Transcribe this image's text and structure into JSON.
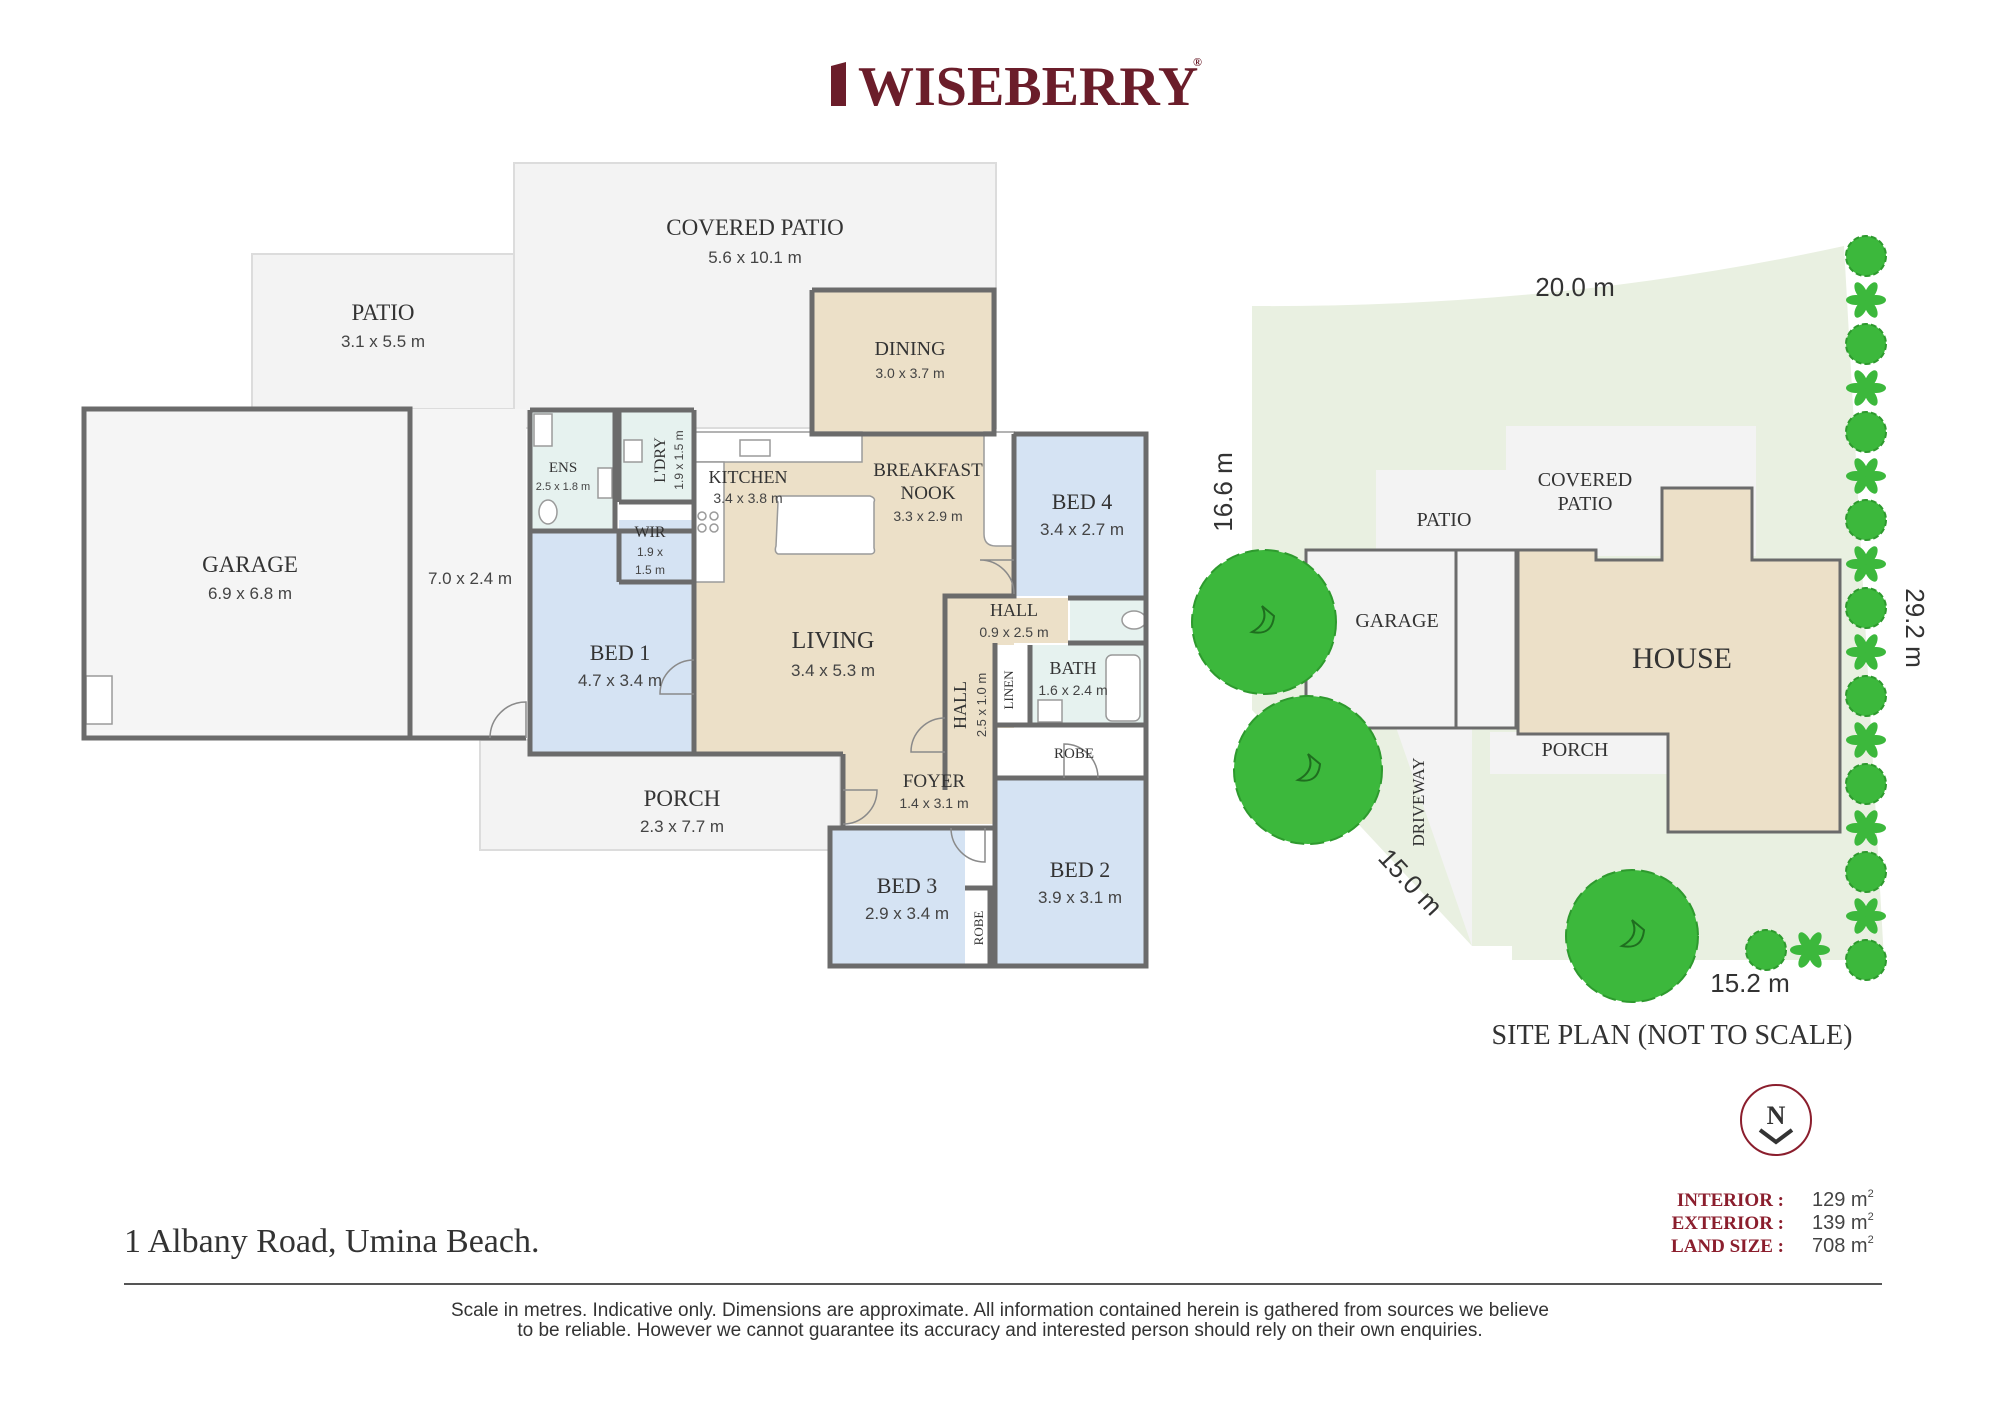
{
  "brand": {
    "name": "WISEBERRY",
    "reg": "®",
    "color": "#6b1d2a"
  },
  "floorplan": {
    "covered_patio": {
      "name": "COVERED PATIO",
      "dims": "5.6 x 10.1 m"
    },
    "patio": {
      "name": "PATIO",
      "dims": "3.1 x 5.5 m"
    },
    "garage": {
      "name": "GARAGE",
      "dims": "6.9 x 6.8 m"
    },
    "carport": {
      "dims": "7.0 x 2.4 m"
    },
    "dining": {
      "name": "DINING",
      "dims": "3.0 x 3.7 m"
    },
    "kitchen": {
      "name": "KITCHEN",
      "dims": "3.4 x 3.8 m"
    },
    "breakfast_nook": {
      "name": "BREAKFAST NOOK",
      "line1": "BREAKFAST",
      "line2": "NOOK",
      "dims": "3.3 x 2.9 m"
    },
    "ens": {
      "name": "ENS",
      "dims": "2.5 x 1.8 m"
    },
    "ldry": {
      "name": "L'DRY",
      "dims": "1.9 x 1.5 m"
    },
    "wir": {
      "name": "WIR",
      "dims_l1": "1.9 x",
      "dims_l2": "1.5 m"
    },
    "bed1": {
      "name": "BED 1",
      "dims": "4.7 x 3.4 m"
    },
    "bed2": {
      "name": "BED 2",
      "dims": "3.9 x 3.1 m"
    },
    "bed3": {
      "name": "BED 3",
      "dims": "2.9 x 3.4 m"
    },
    "bed4": {
      "name": "BED 4",
      "dims": "3.4 x 2.7 m"
    },
    "living": {
      "name": "LIVING",
      "dims": "3.4 x 5.3 m"
    },
    "hall1": {
      "name": "HALL",
      "dims": "0.9 x 2.5 m"
    },
    "hall2": {
      "name": "HALL",
      "dims": "2.5 x 1.0 m"
    },
    "linen": {
      "name": "LINEN"
    },
    "bath": {
      "name": "BATH",
      "dims": "1.6 x 2.4 m"
    },
    "robe2": {
      "name": "ROBE"
    },
    "robe3": {
      "name": "ROBE"
    },
    "foyer": {
      "name": "FOYER",
      "dims": "1.4 x 3.1 m"
    },
    "porch": {
      "name": "PORCH",
      "dims": "2.3 x 7.7 m"
    },
    "colors": {
      "wall": "#6b6b6b",
      "bedroom": "#d5e3f3",
      "living": "#ece0c8",
      "wet": "#e6f2ef",
      "outdoor": "#f3f3f3"
    }
  },
  "siteplan": {
    "dim_top": "20.0 m",
    "dim_left": "16.6 m",
    "dim_right": "29.2 m",
    "dim_diag": "15.0 m",
    "dim_bottom": "15.2 m",
    "labels": {
      "covered_patio_l1": "COVERED",
      "covered_patio_l2": "PATIO",
      "patio": "PATIO",
      "garage": "GARAGE",
      "house": "HOUSE",
      "porch": "PORCH",
      "driveway": "DRIVEWAY"
    },
    "title": "SITE PLAN (NOT TO SCALE)",
    "colors": {
      "lawn": "#e9f0e1",
      "tree": "#3cb83c",
      "house": "#ece0c8"
    }
  },
  "compass": {
    "letter": "N"
  },
  "areas": [
    {
      "label": "INTERIOR :",
      "value": "129 m",
      "sup": "2"
    },
    {
      "label": "EXTERIOR :",
      "value": "139 m",
      "sup": "2"
    },
    {
      "label": "LAND SIZE :",
      "value": "708 m",
      "sup": "2"
    }
  ],
  "address": "1 Albany Road, Umina Beach.",
  "disclaimer": {
    "line1": "Scale in metres. Indicative only. Dimensions are approximate. All information contained herein is gathered from sources we believe",
    "line2": "to be reliable. However we cannot guarantee its accuracy and interested person should rely on their own enquiries."
  }
}
